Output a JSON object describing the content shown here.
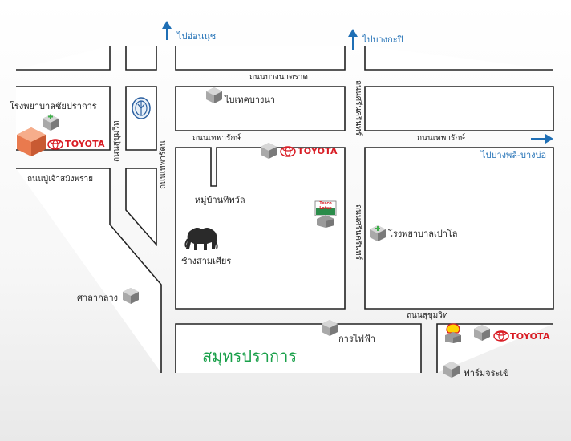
{
  "colors": {
    "road_outline": "#222222",
    "direction_arrow": "#1f6fb5",
    "toyota_red": "#d91c24",
    "city_green": "#1aa04a",
    "cube_gray": "#8a8a8a",
    "hospital_cross": "#3fb04a"
  },
  "directions": {
    "north_left": "ไปอ่อนนุช",
    "north_right": "ไปบางกะปิ",
    "east": "ไปบางพลี-บางบ่อ"
  },
  "roads": {
    "bang_na_trat": "ถนนบางนาตราด",
    "thepharak_left": "ถนนเทพารักษ์",
    "thepharak_right": "ถนนเทพารักษ์",
    "pu_chao": "ถนนปู่เจ้าสมิงพราย",
    "sukhumvit": "ถนนสุขุมวิท",
    "srinakarin_top": "ถนนศรีนครินทร์",
    "srinakarin_mid": "ถนนศรีนครินทร์",
    "thepharat": "ถนนเทพารัตน",
    "sukhumvit_v": "ถนนสุขุมวิท"
  },
  "places": {
    "hospital_chai": "โรงพยาบาลชัยปราการ",
    "toyota_1": "TOYOTA",
    "bitec": "ไบเทคบางนา",
    "toyota_2": "TOYOTA",
    "village": "หมู่บ้านทิพวัล",
    "erawan": "ช้างสามเศียร",
    "tesco": "Tesco Lotus",
    "hospital_paolo": "โรงพยาบาลเปาโล",
    "city_hall": "ศาลากลาง",
    "electricity": "การไฟฟ้า",
    "city": "สมุทรปราการ",
    "toyota_3": "TOYOTA",
    "crocodile": "ฟาร์มจระเข้"
  },
  "icons": {
    "shrine": "shrine-logo-icon",
    "cube": "building-cube-icon",
    "hospital": "hospital-cross-icon",
    "toyota": "toyota-logo-icon",
    "elephant": "three-headed-elephant-icon",
    "shell": "shell-station-icon",
    "tesco": "tesco-lotus-logo-icon"
  }
}
